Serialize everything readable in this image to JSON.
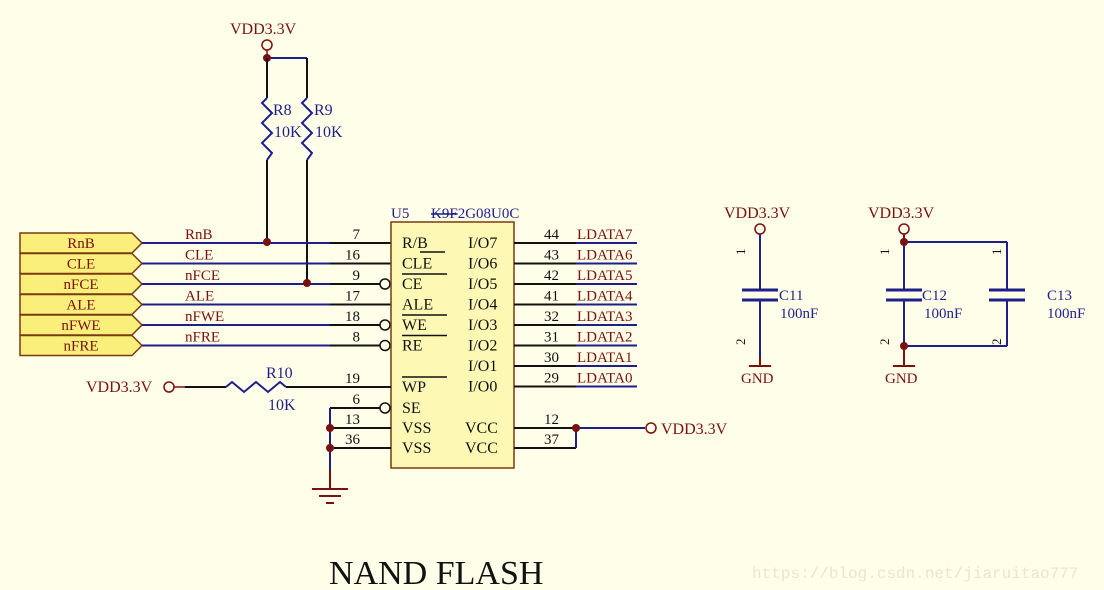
{
  "title": "NAND FLASH",
  "watermark": "https://blog.csdn.net/jiaruitao777",
  "colors": {
    "background": "#fefee9",
    "wire": "#1f1f8c",
    "pin_line": "#111111",
    "net_label": "#7a1010",
    "junction": "#7a1010",
    "component_text": "#1f1f8c",
    "port_fill": "#f9ef7a",
    "port_stroke": "#7a3a10",
    "chip_fill": "#fdf8b4",
    "chip_stroke": "#7a3a10"
  },
  "ports": [
    {
      "label": "RnB"
    },
    {
      "label": "CLE"
    },
    {
      "label": "nFCE"
    },
    {
      "label": "ALE"
    },
    {
      "label": "nFWE"
    },
    {
      "label": "nFRE"
    }
  ],
  "left_nets": [
    {
      "net": "RnB",
      "pin": "7",
      "name": "R/B",
      "bubble": false,
      "overbar": "B"
    },
    {
      "net": "CLE",
      "pin": "16",
      "name": "CLE",
      "bubble": false,
      "overbar": ""
    },
    {
      "net": "nFCE",
      "pin": "9",
      "name": "CE",
      "bubble": true,
      "overbar": "all"
    },
    {
      "net": "ALE",
      "pin": "17",
      "name": "ALE",
      "bubble": false,
      "overbar": ""
    },
    {
      "net": "nFWE",
      "pin": "18",
      "name": "WE",
      "bubble": true,
      "overbar": "all"
    },
    {
      "net": "nFRE",
      "pin": "8",
      "name": "RE",
      "bubble": true,
      "overbar": "all"
    }
  ],
  "lower_left_pins": [
    {
      "pin": "19",
      "name": "WP",
      "bubble": false,
      "overbar": "all"
    },
    {
      "pin": "6",
      "name": "SE",
      "bubble": true,
      "overbar": ""
    },
    {
      "pin": "13",
      "name": "VSS",
      "bubble": false,
      "overbar": ""
    },
    {
      "pin": "36",
      "name": "VSS",
      "bubble": false,
      "overbar": ""
    }
  ],
  "right_pins": [
    {
      "pin": "44",
      "name": "I/O7",
      "net": "LDATA7"
    },
    {
      "pin": "43",
      "name": "I/O6",
      "net": "LDATA6"
    },
    {
      "pin": "42",
      "name": "I/O5",
      "net": "LDATA5"
    },
    {
      "pin": "41",
      "name": "I/O4",
      "net": "LDATA4"
    },
    {
      "pin": "32",
      "name": "I/O3",
      "net": "LDATA3"
    },
    {
      "pin": "31",
      "name": "I/O2",
      "net": "LDATA2"
    },
    {
      "pin": "30",
      "name": "I/O1",
      "net": "LDATA1"
    },
    {
      "pin": "29",
      "name": "I/O0",
      "net": "LDATA0"
    }
  ],
  "power_pins": [
    {
      "pin": "12",
      "name": "VCC"
    },
    {
      "pin": "37",
      "name": "VCC"
    }
  ],
  "chip": {
    "designator": "U5",
    "part_prefix": "K9F",
    "part_suffix": "2G08U0C"
  },
  "resistors": [
    {
      "designator": "R8",
      "value": "10K"
    },
    {
      "designator": "R9",
      "value": "10K"
    },
    {
      "designator": "R10",
      "value": "10K"
    }
  ],
  "capacitors": [
    {
      "designator": "C11",
      "value": "100nF",
      "pin1": "1",
      "pin2": "2"
    },
    {
      "designator": "C12",
      "value": "100nF",
      "pin1": "1",
      "pin2": "2"
    },
    {
      "designator": "C13",
      "value": "100nF",
      "pin1": "1",
      "pin2": "2"
    }
  ],
  "power_labels": {
    "pullup": "VDD3.3V",
    "wp": "VDD3.3V",
    "vcc": "VDD3.3V",
    "c11": "VDD3.3V",
    "c12": "VDD3.3V",
    "gnd_c11": "GND",
    "gnd_c12": "GND"
  }
}
